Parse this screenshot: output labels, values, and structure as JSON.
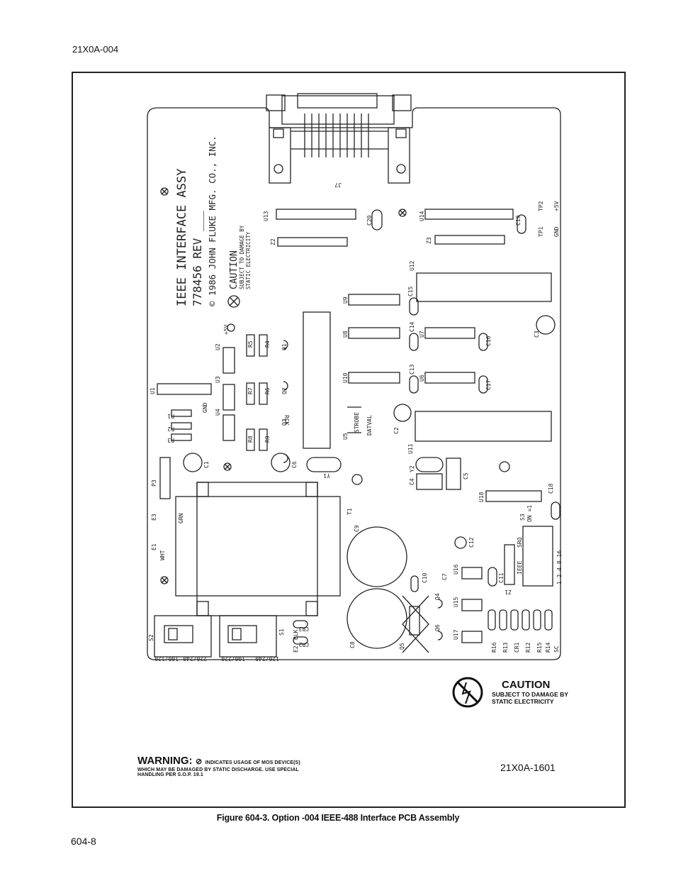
{
  "header": {
    "doc_code": "21X0A-004"
  },
  "footer": {
    "page_number": "604-8"
  },
  "figure": {
    "caption": "Figure 604-3. Option -004 IEEE-488 Interface PCB Assembly",
    "drawing_number": "21X0A-1601"
  },
  "board_text": {
    "title": "IEEE INTERFACE ASSY",
    "part_rev": "778456 REV ___",
    "copyright": "© 1986 JOHN FLUKE MFG. CO., INC.",
    "caution": "CAUTION",
    "caution_sub1": "SUBJECT TO DAMAGE BY",
    "caution_sub2": "STATIC ELECTRICITY"
  },
  "caution_note": {
    "title": "CAUTION",
    "line1": "SUBJECT TO DAMAGE BY",
    "line2": "STATIC ELECTRICITY"
  },
  "warning": {
    "title": "WARNING:",
    "line1": "INDICATES USAGE OF MOS DEVICE(S)",
    "line2": "WHICH MAY BE DAMAGED BY STATIC DISCHARGE. USE SPECIAL",
    "line3": "HANDLING PER S.O.P. 19.1"
  },
  "components": {
    "J7": "J7",
    "U1": "U1",
    "U2": "U2",
    "U3": "U3",
    "U4": "U4",
    "U5": "U5",
    "U6": "U6",
    "U7": "U7",
    "U8": "U8",
    "U9": "U9",
    "U10": "U10",
    "U11": "U11",
    "U12": "U12",
    "U13": "U13",
    "U14": "U14",
    "U15": "U15",
    "U16": "U16",
    "U17": "U17",
    "U18": "U18",
    "Z1": "Z1",
    "Z2": "Z2",
    "Z3": "Z3",
    "C1": "C1",
    "C2": "C2",
    "C3": "C3",
    "C4": "C4",
    "C5": "C5",
    "C6": "C6",
    "C7": "C7",
    "C8": "C8",
    "C9": "C9",
    "C10": "C10",
    "C11": "C11",
    "C12": "C12",
    "C13": "C13",
    "C14": "C14",
    "C15": "C15",
    "C16": "C16",
    "C17": "C17",
    "C18": "C18",
    "C19": "C19",
    "C20": "C20",
    "R1": "R1",
    "R2": "R2",
    "R3": "R3",
    "R4": "R4",
    "R5": "R5",
    "R6": "R6",
    "R7": "R7",
    "R8": "R8",
    "R9": "R9",
    "Q1": "Q1",
    "Q2": "Q2",
    "Q3": "Q3",
    "Q4": "Q4",
    "Q5": "Q5",
    "Q6": "Q6",
    "T1": "T1",
    "Y1": "Y1",
    "Y2": "Y2",
    "P3": "P3",
    "E1": "E1",
    "E2": "E2",
    "E3": "E3",
    "S1": "S1",
    "S2": "S2",
    "S3": "S3",
    "CR2": "CR2",
    "CR3": "CR3",
    "TP1": "TP1",
    "TP2": "TP2",
    "GND": "GND",
    "PLUS5V": "+5V",
    "RCK": "RCK",
    "STROBE": "STROBE",
    "DATVAL": "DATVAL",
    "WHT": "WHT",
    "GRN": "GRN",
    "BLK": "BLK",
    "SRQ": "SRQ",
    "IEEE": "IEEE",
    "S3_ON": "ON =1",
    "S3_BITS": "1 2 4 8 16",
    "R16": "R16",
    "R13": "R13",
    "CR1": "CR1",
    "R12": "R12",
    "R15": "R15",
    "R14": "R14",
    "SC": "SC",
    "V100_120": "100/120",
    "V220_240": "220/240",
    "V100_220": "100/220",
    "V120_240": "120/240"
  }
}
